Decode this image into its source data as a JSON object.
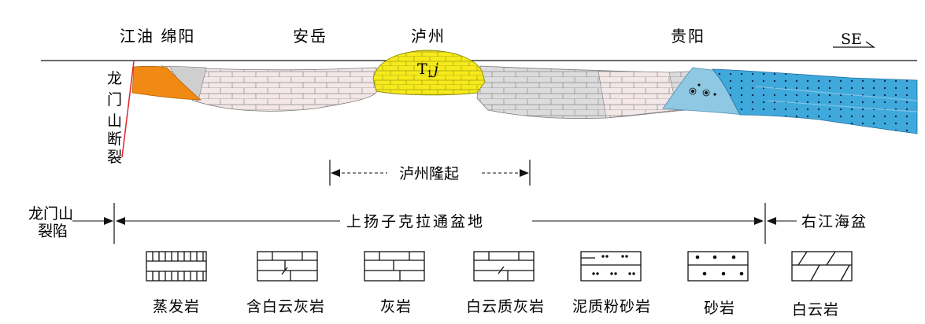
{
  "places": {
    "jiangyou_mianyang": "江油 绵阳",
    "anyue": "安岳",
    "luzhou": "泸州",
    "guiyang": "贵阳"
  },
  "direction": "SE",
  "fault": [
    "龙",
    "门",
    "山",
    "断",
    "裂"
  ],
  "luzhou_dome": {
    "label_T": "T",
    "label_sub": "1",
    "label_j": "j"
  },
  "uplift_label": "泸州隆起",
  "regions": {
    "longmen_line1": "龙门山",
    "longmen_line2": "裂陷",
    "upper_yangtze": "上扬子克拉通盆地",
    "youjiang": "右江海盆"
  },
  "legend": [
    {
      "key": "evaporite",
      "label": "蒸发岩"
    },
    {
      "key": "dolomitic_limestone",
      "label": "含白云灰岩"
    },
    {
      "key": "limestone",
      "label": "灰岩"
    },
    {
      "key": "dolomitic_limestone2",
      "label": "白云质灰岩"
    },
    {
      "key": "muddy_siltstone",
      "label": "泥质粉砂岩"
    },
    {
      "key": "sandstone",
      "label": "砂岩"
    },
    {
      "key": "dolomite",
      "label": "白云岩"
    }
  ],
  "colors": {
    "orange": "#f08a12",
    "yellow": "#f6ea1c",
    "pink": "#f3e7e7",
    "grey": "#dcdcdc",
    "lightblue": "#8ec8e2",
    "blue": "#3fa9dc",
    "redline": "#e0252a"
  }
}
